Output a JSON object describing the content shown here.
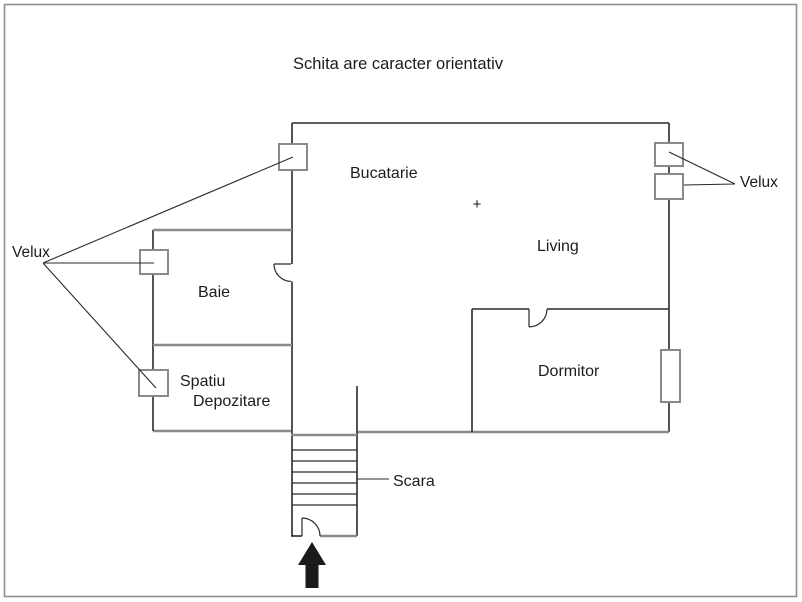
{
  "note": "Schita are caracter orientativ",
  "rooms": {
    "kitchen": "Bucatarie",
    "living": "Living",
    "bath": "Baie",
    "bedroom": "Dormitor",
    "storage_line1": "Spatiu",
    "storage_line2": "Depozitare",
    "stairs": "Scara"
  },
  "annotations": {
    "velux_left": "Velux",
    "velux_right": "Velux",
    "plus_mark": "+"
  },
  "colors": {
    "wall": "#2a2a2a",
    "light_wall": "#8a8a8a",
    "frame": "#8f8f8f",
    "arrow": "#1a1a1a",
    "background": "#ffffff"
  }
}
